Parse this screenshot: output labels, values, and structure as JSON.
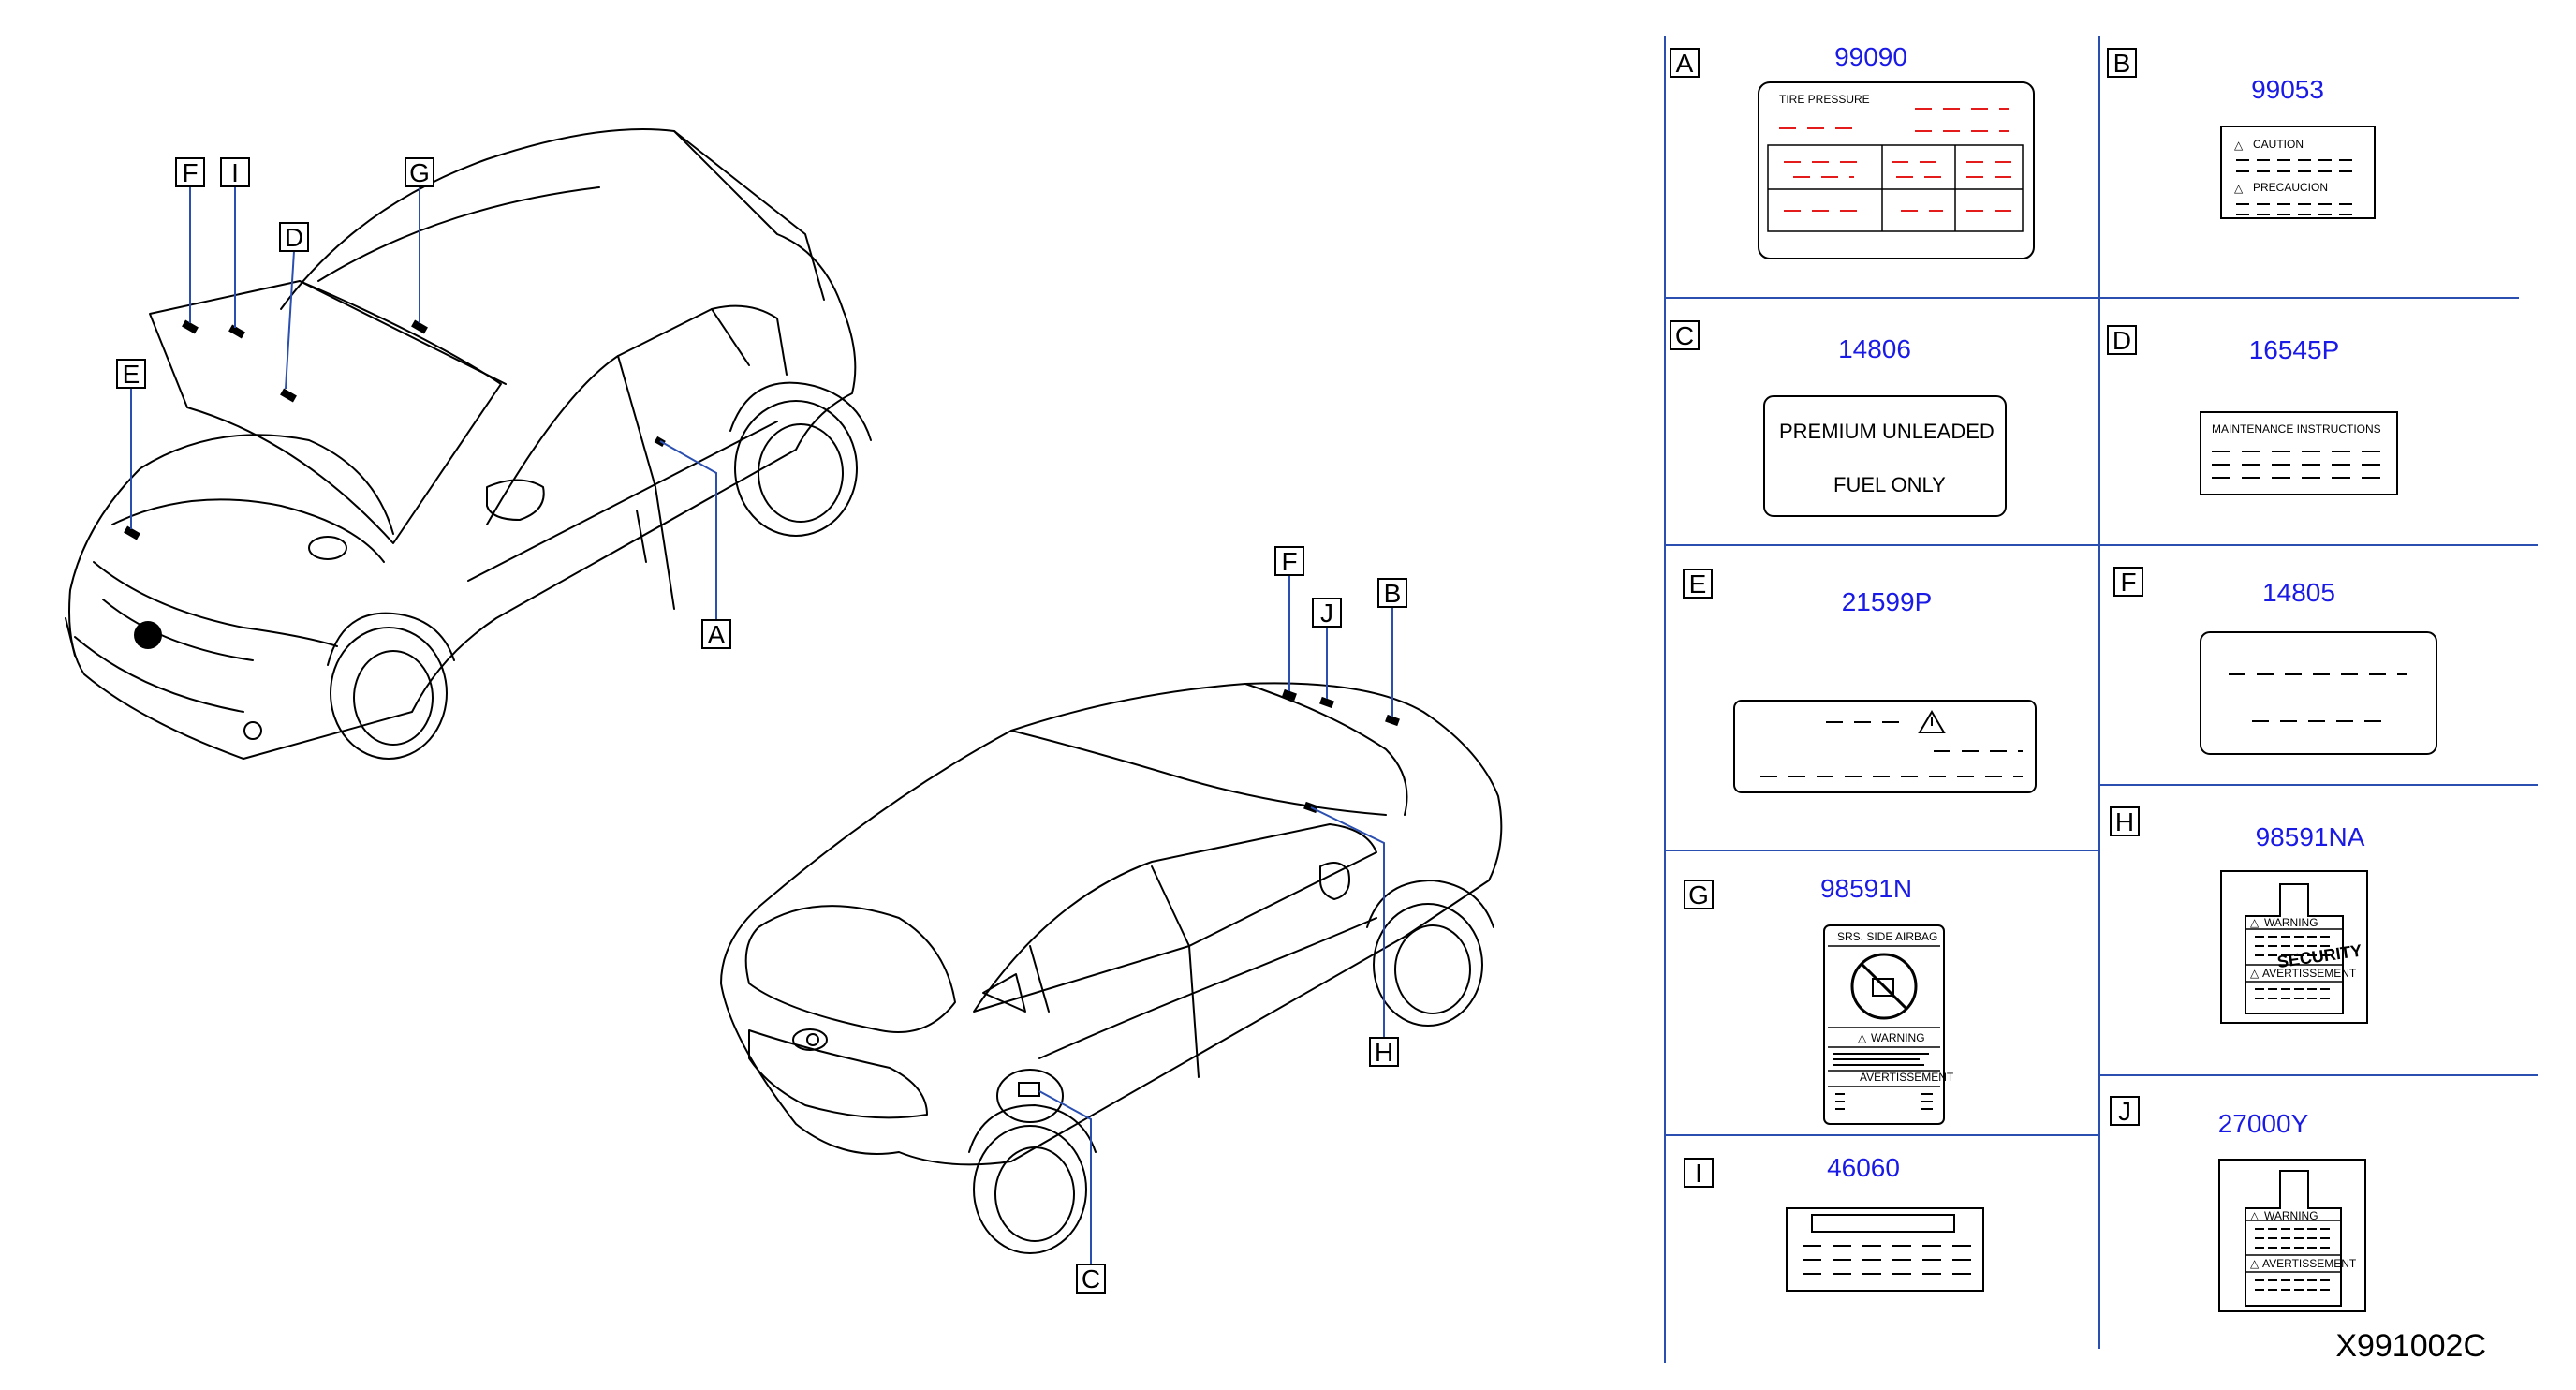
{
  "diagram_code": "X991002C",
  "callouts": [
    "A",
    "B",
    "C",
    "D",
    "E",
    "F",
    "G",
    "H",
    "I",
    "J"
  ],
  "labels": [
    {
      "letter": "A",
      "part_no": "99090",
      "text": [
        "TIRE   PRESSURE"
      ]
    },
    {
      "letter": "B",
      "part_no": "99053",
      "text": [
        "CAUTION",
        "PRECAUCION"
      ]
    },
    {
      "letter": "C",
      "part_no": "14806",
      "text": [
        "PREMIUM   UNLEADED",
        "FUEL   ONLY"
      ]
    },
    {
      "letter": "D",
      "part_no": "16545P",
      "text": [
        "MAINTENANCE    INSTRUCTIONS"
      ]
    },
    {
      "letter": "E",
      "part_no": "21599P",
      "text": []
    },
    {
      "letter": "F",
      "part_no": "14805",
      "text": []
    },
    {
      "letter": "G",
      "part_no": "98591N",
      "text": [
        "SRS.   SIDE   AIRBAG",
        "WARNING",
        "AVERTISSEMENT"
      ]
    },
    {
      "letter": "H",
      "part_no": "98591NA",
      "text": [
        "WARNING",
        "AVERTISSEMENT",
        "SECURITY"
      ]
    },
    {
      "letter": "I",
      "part_no": "46060",
      "text": []
    },
    {
      "letter": "J",
      "part_no": "27000Y",
      "text": [
        "WARNING",
        "AVERTISSEMENT"
      ]
    }
  ],
  "colors": {
    "part_number": "#1a1ae6",
    "leader": "#2a4fb0",
    "red_dashes": "#e31b1b"
  }
}
